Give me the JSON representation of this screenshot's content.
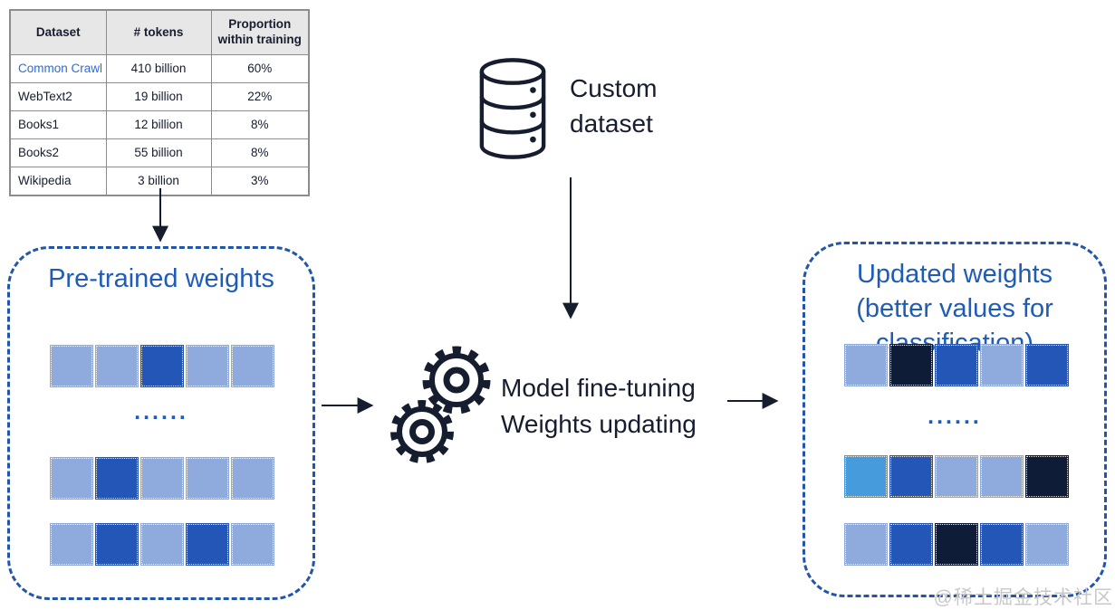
{
  "table": {
    "headers": [
      "Dataset",
      "# tokens",
      "Proportion within training"
    ],
    "rows": [
      {
        "dataset": "Common Crawl",
        "tokens": "410 billion",
        "proportion": "60%"
      },
      {
        "dataset": "WebText2",
        "tokens": "19 billion",
        "proportion": "22%"
      },
      {
        "dataset": "Books1",
        "tokens": "12 billion",
        "proportion": "8%"
      },
      {
        "dataset": "Books2",
        "tokens": "55 billion",
        "proportion": "8%"
      },
      {
        "dataset": "Wikipedia",
        "tokens": "3 billion",
        "proportion": "3%"
      }
    ]
  },
  "custom_dataset": {
    "label": "Custom dataset",
    "icon": "database-icon"
  },
  "process": {
    "line1": "Model fine-tuning",
    "line2": "Weights updating",
    "icon": "gears-icon"
  },
  "pretrained_box": {
    "title": "Pre-trained weights",
    "ellipsis": "......",
    "rows": [
      [
        "light",
        "light",
        "medium",
        "light",
        "light"
      ],
      [
        "light",
        "medium",
        "light",
        "light",
        "light"
      ],
      [
        "light",
        "medium",
        "light",
        "medium",
        "light"
      ]
    ]
  },
  "updated_box": {
    "title": "Updated weights (better values for classification)",
    "ellipsis": "......",
    "rows": [
      [
        "light",
        "dark",
        "medium",
        "light",
        "medium"
      ],
      [
        "cyan",
        "medium",
        "light",
        "light",
        "dark"
      ],
      [
        "light",
        "medium",
        "dark",
        "medium",
        "light"
      ]
    ]
  },
  "watermark": "@稀土掘金技术社区",
  "colors": {
    "light": "#8FAADC",
    "medium": "#2456B8",
    "dark": "#0E1C38",
    "cyan": "#459BDC",
    "accent": "#1E5CB8",
    "box_border": "#2256A8",
    "ink": "#161D2E",
    "link": "#2E6BD8",
    "table_border": "#8C8C8C",
    "header_bg": "#E7E7E7",
    "watermark": "#C8C8C8"
  }
}
